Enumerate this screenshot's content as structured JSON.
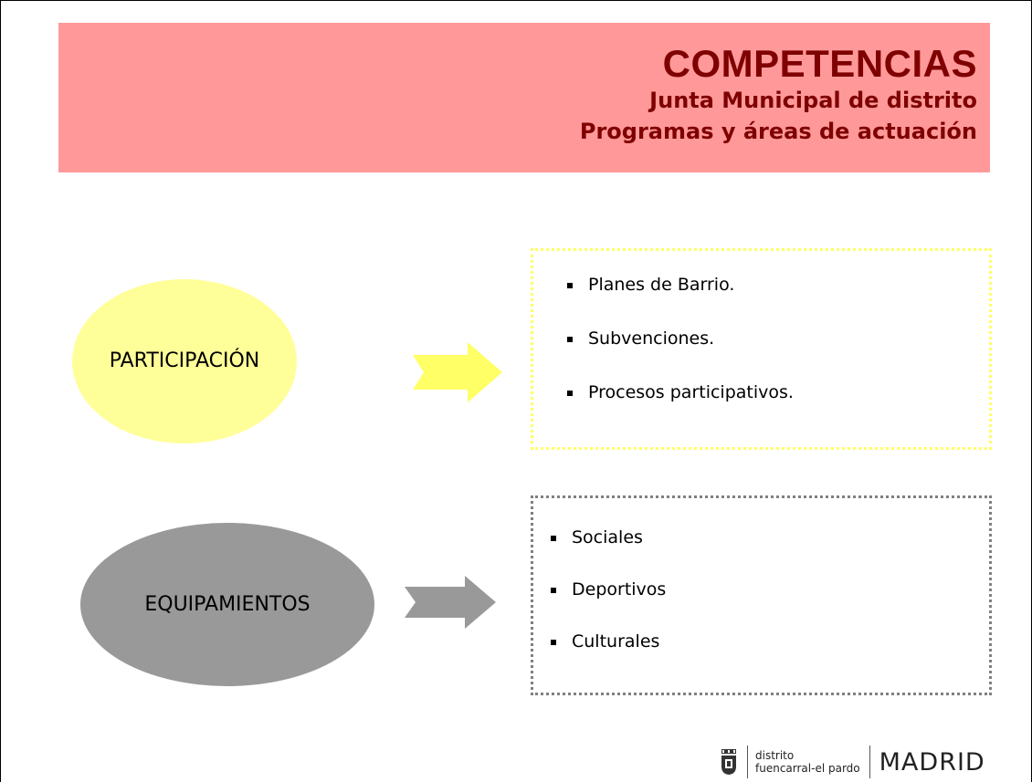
{
  "header": {
    "title": "COMPETENCIAS",
    "subtitle_line1": "Junta Municipal de distrito",
    "subtitle_line2": "Programas y áreas de actuación",
    "background_color": "#ff9999",
    "text_color": "#7f0000"
  },
  "sections": [
    {
      "label": "PARTICIPACIÓN",
      "color": "#ffff99",
      "arrow_color": "#ffff66",
      "items": [
        "Planes de Barrio.",
        "Subvenciones.",
        "Procesos participativos."
      ]
    },
    {
      "label": "EQUIPAMIENTOS",
      "color": "#999999",
      "arrow_color": "#999999",
      "items": [
        "Sociales",
        "Deportivos",
        "Culturales"
      ]
    }
  ],
  "footer": {
    "crest_icon": "madrid-crest-icon",
    "distrito_line1": "distrito",
    "distrito_line2": "fuencarral-el pardo",
    "city": "MADRID"
  }
}
